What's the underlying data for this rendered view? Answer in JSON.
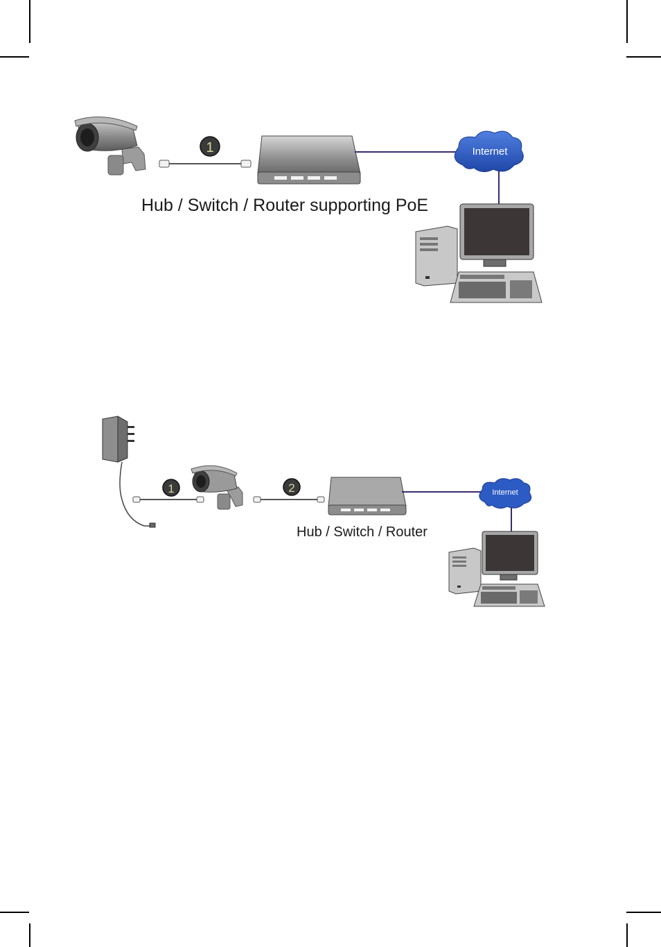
{
  "diagram_poe": {
    "step_number": "1",
    "internet_label": "Internet",
    "device_label": "Hub / Switch / Router supporting PoE"
  },
  "diagram_adapter": {
    "step_number_1": "1",
    "step_number_2": "2",
    "internet_label": "Internet",
    "device_label": "Hub / Switch / Router"
  },
  "colors": {
    "link_line": "#3b2b6e",
    "cloud": "#2d5bc4",
    "badge": "#3a3a3a"
  }
}
